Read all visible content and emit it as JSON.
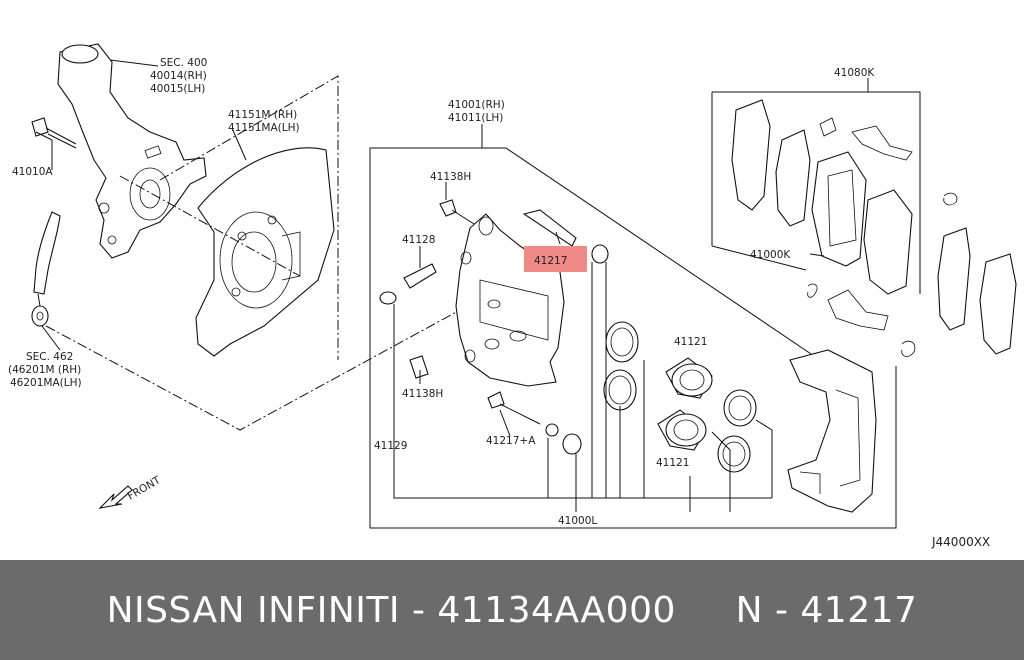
{
  "labels": {
    "sec400": "SEC. 400",
    "p40014": "40014(RH)",
    "p40015": "40015(LH)",
    "p41010a": "41010A",
    "p41151m": "41151M (RH)",
    "p41151ma": "41151MA(LH)",
    "p41001": "41001(RH)",
    "p41011": "41011(LH)",
    "p41080k": "41080K",
    "p41138h_top": "41138H",
    "p41128": "41128",
    "p41217": "41217",
    "p41000k": "41000K",
    "p41121_top": "41121",
    "p41138h_bottom": "41138H",
    "p41129": "41129",
    "p41217a": "41217+A",
    "p41121_bottom": "41121",
    "p41000l": "41000L",
    "sec462": "SEC. 462",
    "p46201m": "(46201M (RH)",
    "p46201ma": "46201MA(LH)",
    "front": "FRONT",
    "diagram_code": "J44000XX"
  },
  "highlight": {
    "color": "#f08a86",
    "part": "41217"
  },
  "footer": {
    "text": "NISSAN INFINITI - 41134AA000     N - 41217",
    "bg": "#6b6b6b"
  }
}
